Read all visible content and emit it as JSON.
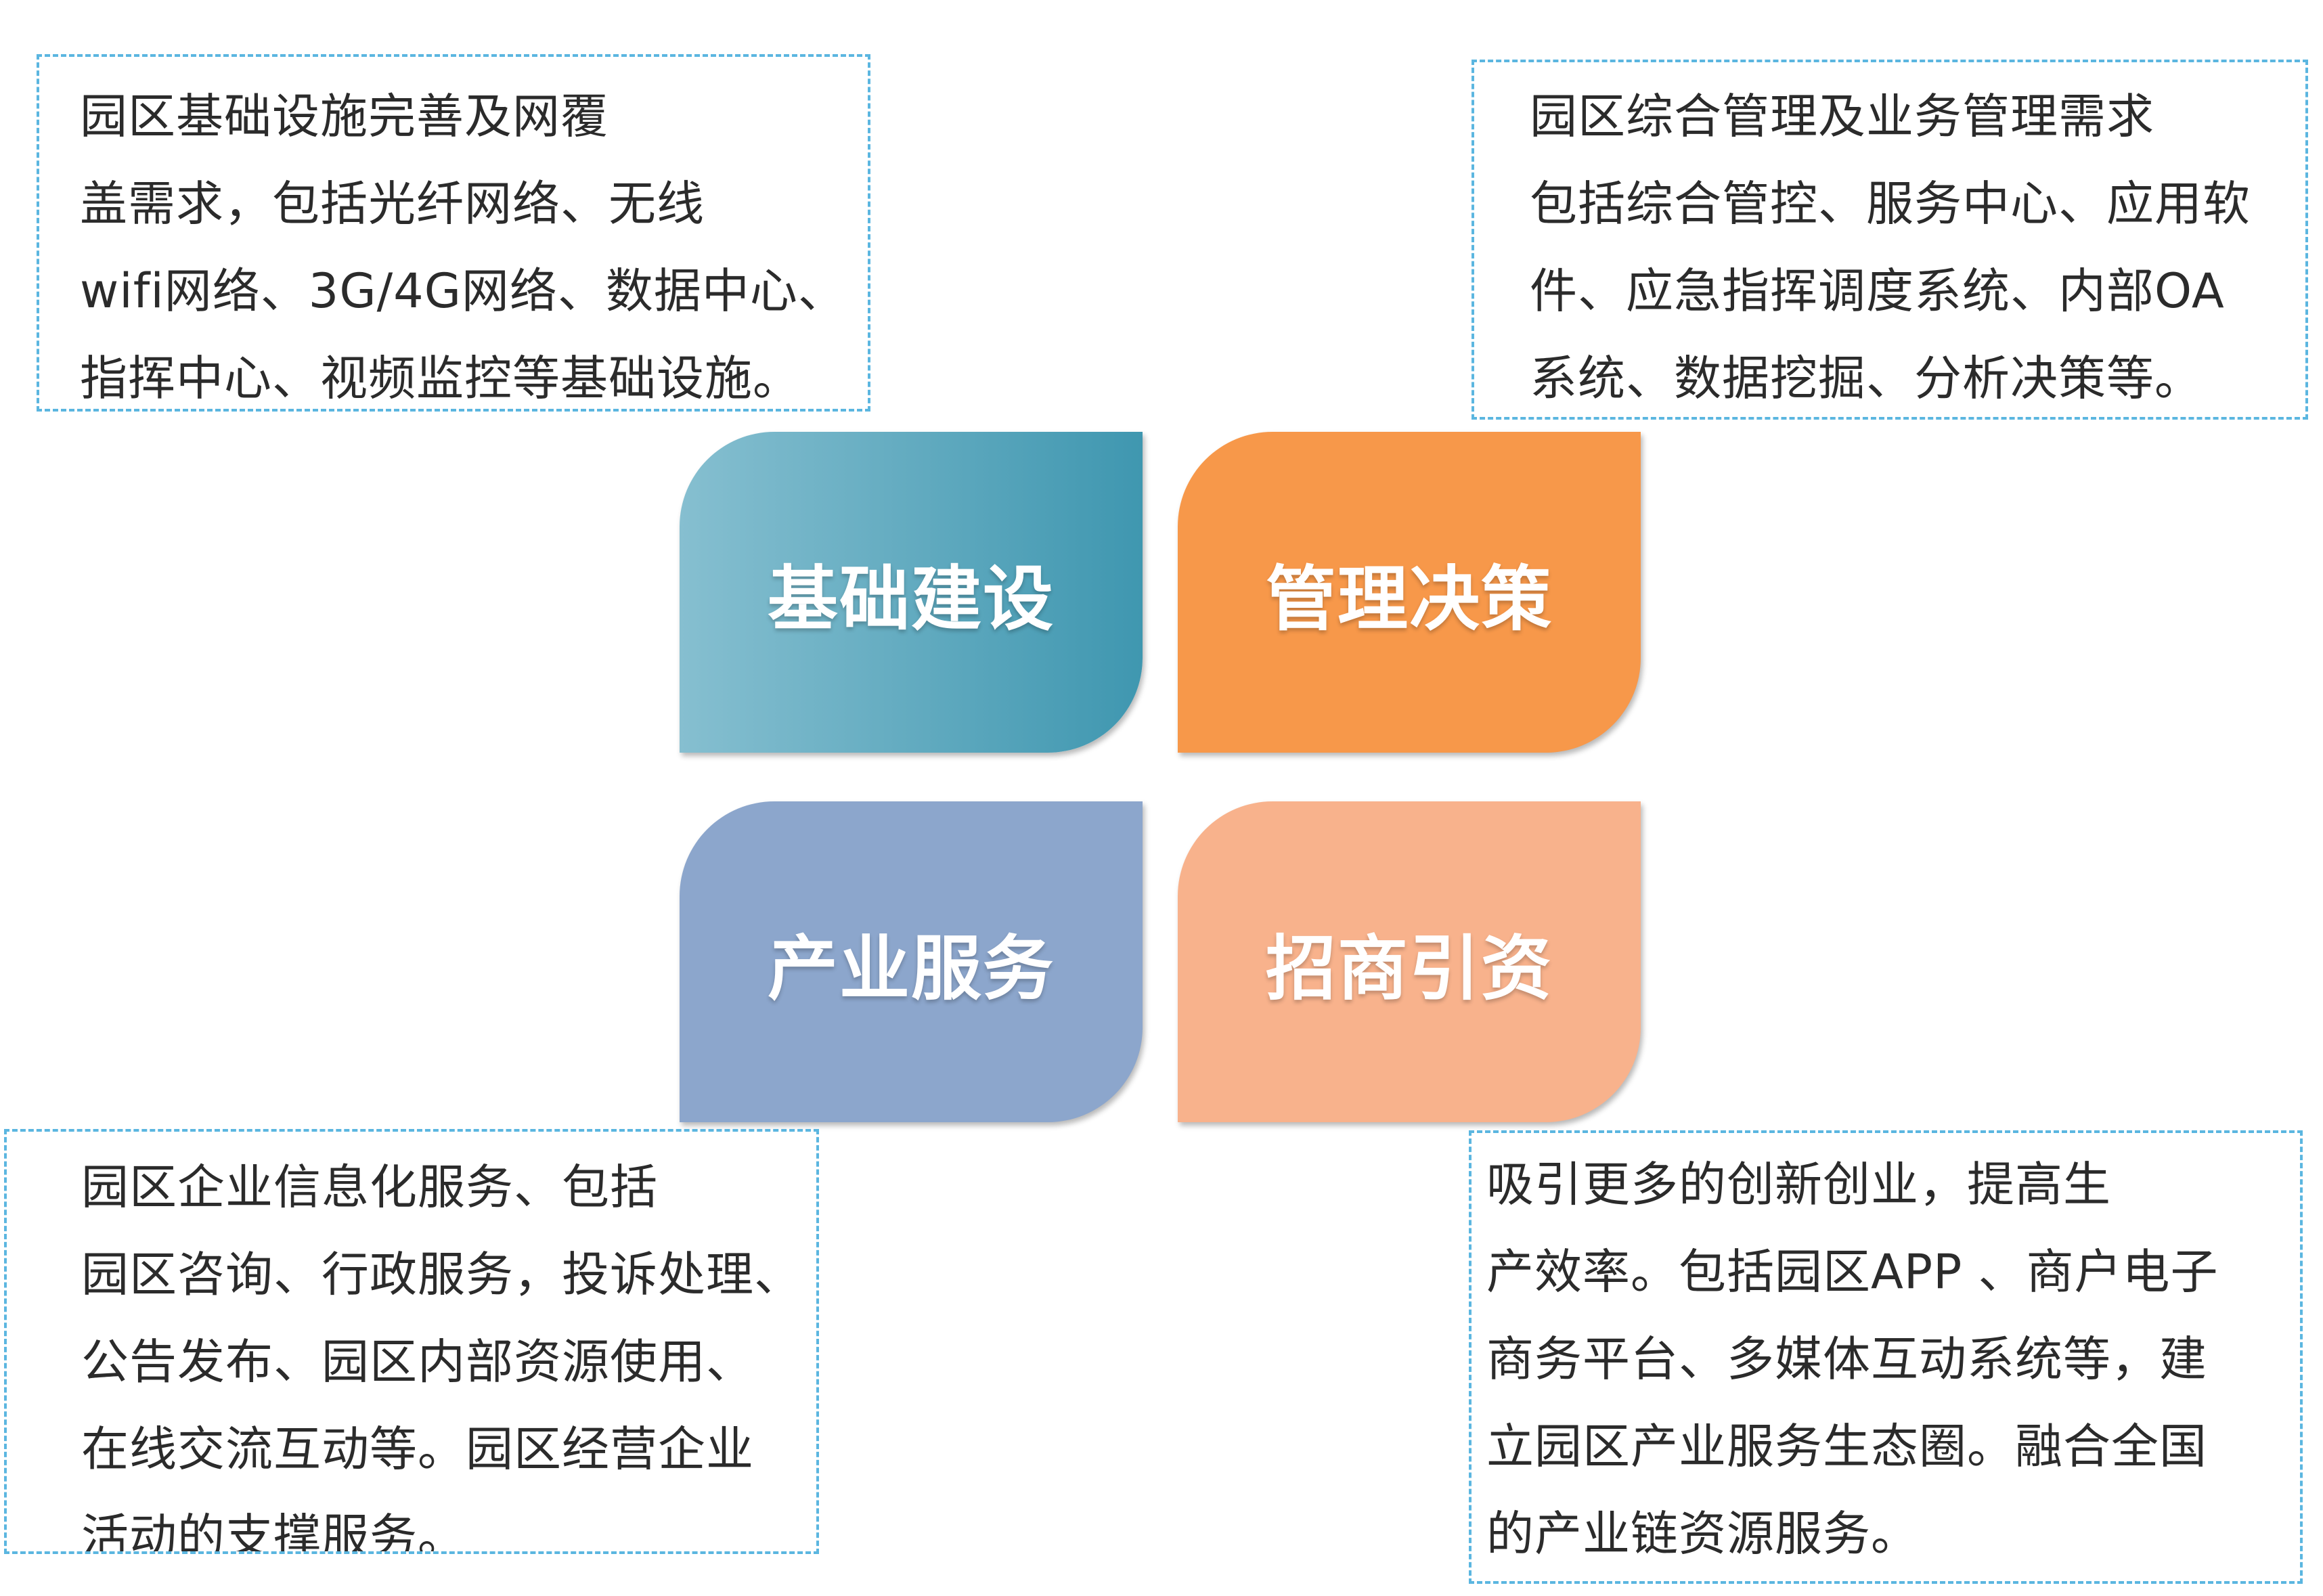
{
  "petals": {
    "infra": "基础建设",
    "mgmt": "管理决策",
    "service": "产业服务",
    "invest": "招商引资"
  },
  "colors": {
    "border": "#5bb6e0",
    "infra_start": "#86bfd0",
    "infra_end": "#3f97b0",
    "mgmt": "#f7984a",
    "service": "#8ca6cc",
    "invest": "#f8b28c"
  },
  "notes": {
    "top_left": [
      "园区基础设施完善及网覆",
      "盖需求，包括光纤网络、无线",
      "wifi网络、3G/4G网络、数据中心、",
      "指挥中心、视频监控等基础设施。"
    ],
    "top_right": [
      "园区综合管理及业务管理需求",
      "包括综合管控、服务中心、应用软",
      "件、应急指挥调度系统、内部OA",
      "系统、数据挖掘、分析决策等。"
    ],
    "bottom_left": [
      "园区企业信息化服务、包括",
      "园区咨询、行政服务，投诉处理、",
      "公告发布、园区内部资源使用、",
      "在线交流互动等。园区经营企业",
      "活动的支撑服务。"
    ],
    "bottom_right": [
      "吸引更多的创新创业，提高生",
      "产效率。包括园区APP 、商户电子",
      "商务平台、多媒体互动系统等，建",
      "立园区产业服务生态圈。融合全国",
      "的产业链资源服务。"
    ]
  }
}
